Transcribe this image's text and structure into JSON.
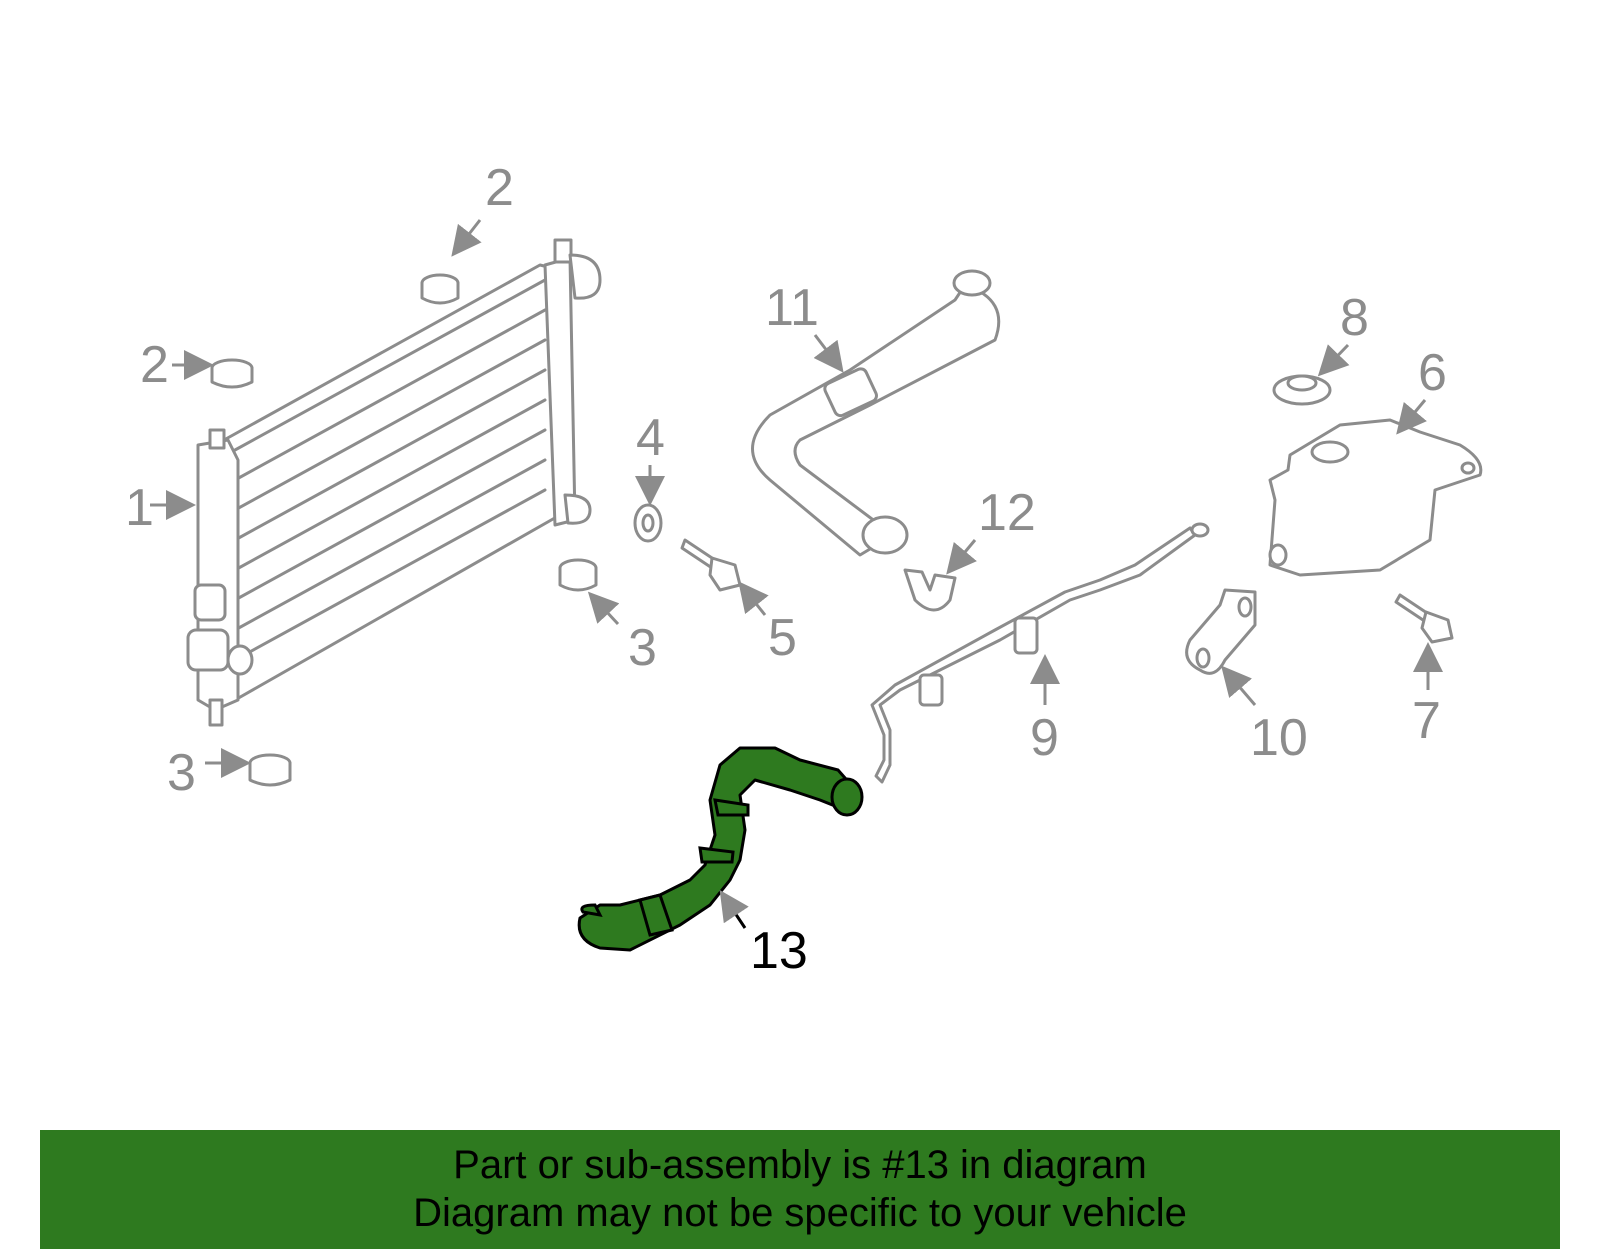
{
  "callouts": {
    "c1": "1",
    "c2a": "2",
    "c2b": "2",
    "c3a": "3",
    "c3b": "3",
    "c4": "4",
    "c5": "5",
    "c6": "6",
    "c7": "7",
    "c8": "8",
    "c9": "9",
    "c10": "10",
    "c11": "11",
    "c12": "12",
    "c13": "13"
  },
  "highlight_color": "#2e7a1f",
  "banner": {
    "line1": "Part or sub-assembly is #13 in diagram",
    "line2": "Diagram may not be specific to your vehicle"
  }
}
